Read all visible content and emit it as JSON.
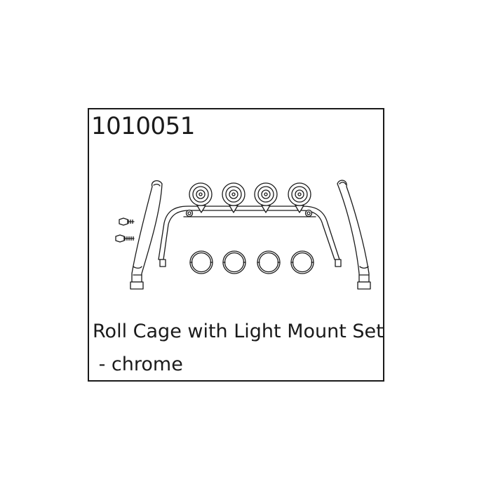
{
  "product": {
    "part_number": "1010051",
    "title_line_1": "Roll Cage with Light Mount Set",
    "title_line_2": " - chrome"
  },
  "drawing": {
    "stroke_color": "#1a1a1a",
    "parts": [
      "screw-icon",
      "roll-bar-icon",
      "light-bar-icon",
      "light-pod-icon",
      "lens-ring-icon"
    ]
  }
}
